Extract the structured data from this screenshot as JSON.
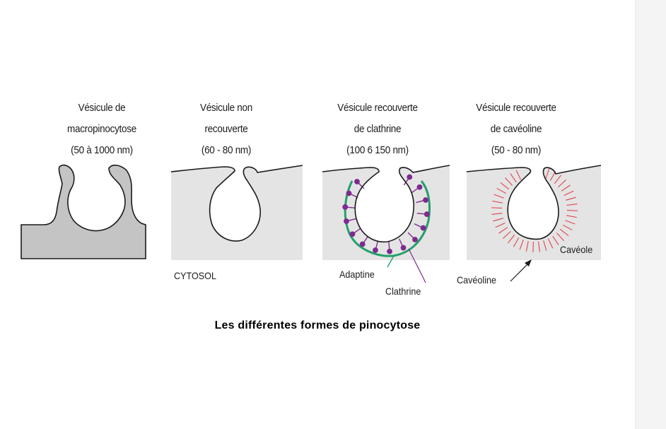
{
  "panels": [
    {
      "title_lines": [
        "Vésicule de",
        "macropinocytose",
        "(50 à 1000 nm)"
      ]
    },
    {
      "title_lines": [
        "Vésicule non",
        "recouverte",
        "(60 - 80 nm)"
      ],
      "label": "CYTOSOL"
    },
    {
      "title_lines": [
        "Vésicule recouverte",
        "de clathrine",
        "(100 6 150 nm)"
      ],
      "labels": [
        "Adaptine",
        "Clathrine"
      ]
    },
    {
      "title_lines": [
        "Vésicule recouverte",
        "de cavéoline",
        "(50 - 80 nm)"
      ],
      "labels": [
        "Cavéole",
        "Cavéoline"
      ]
    }
  ],
  "caption": "Les différentes formes de pinocytose",
  "colors": {
    "membrane": "#1a1a1a",
    "macropino_fill": "#c4c4c4",
    "cytosol_fill": "#e4e4e4",
    "adaptine": "#22a06b",
    "clathrine": "#7e2a8e",
    "caveoline": "#e0434c"
  }
}
